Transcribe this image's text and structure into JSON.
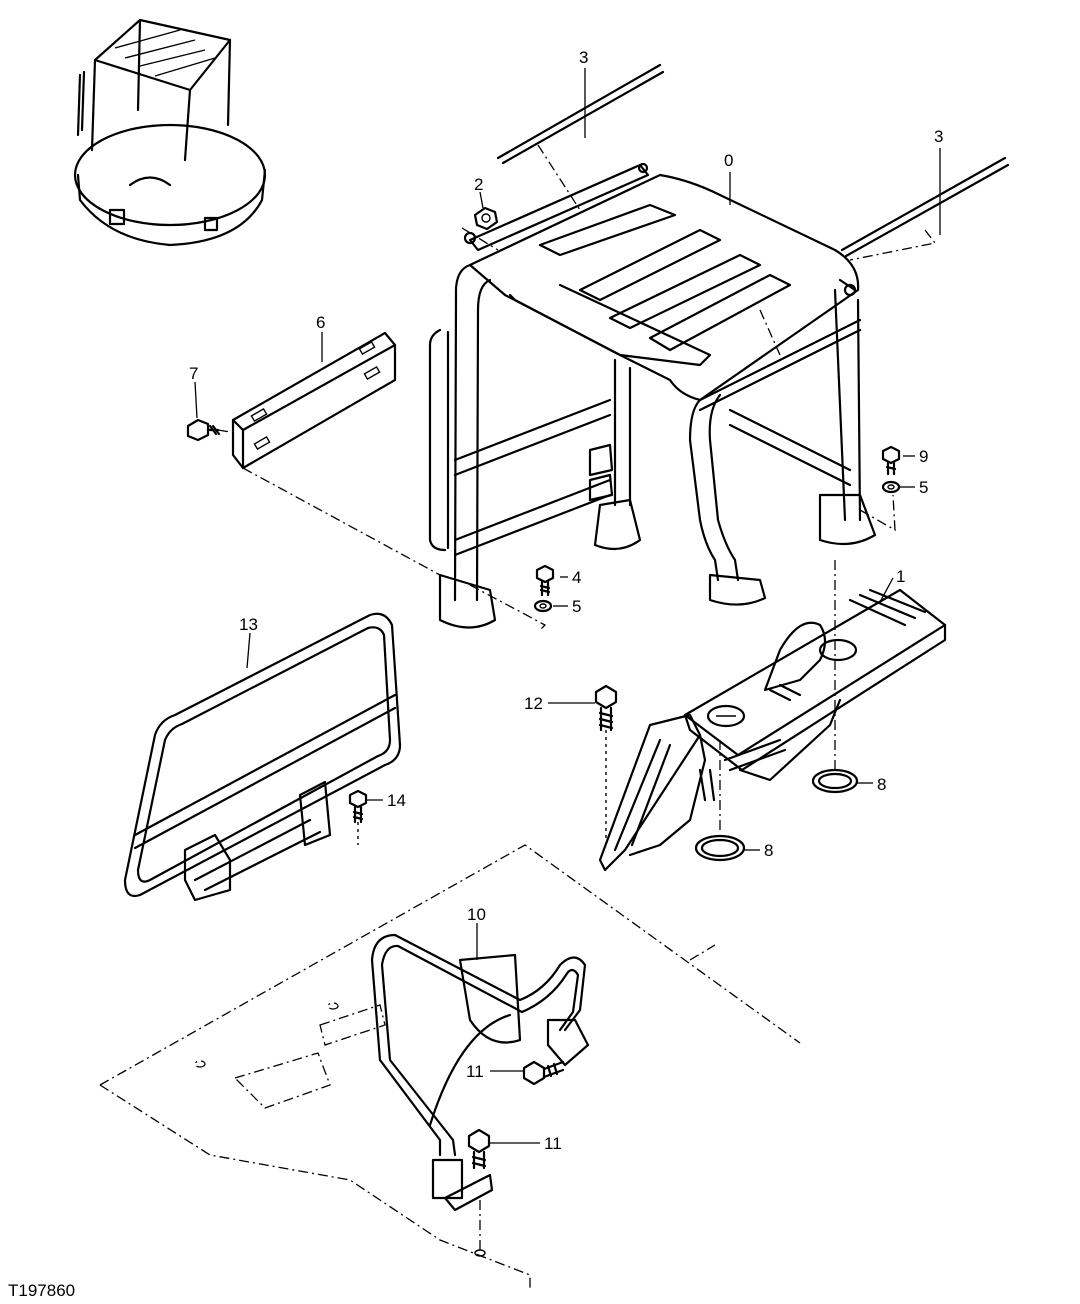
{
  "figure_id": "T197860",
  "callouts": [
    {
      "id": "c0",
      "label": "0"
    },
    {
      "id": "c1",
      "label": "1"
    },
    {
      "id": "c2",
      "label": "2"
    },
    {
      "id": "c3a",
      "label": "3"
    },
    {
      "id": "c3b",
      "label": "3"
    },
    {
      "id": "c4",
      "label": "4"
    },
    {
      "id": "c5a",
      "label": "5"
    },
    {
      "id": "c5b",
      "label": "5"
    },
    {
      "id": "c6",
      "label": "6"
    },
    {
      "id": "c7",
      "label": "7"
    },
    {
      "id": "c8a",
      "label": "8"
    },
    {
      "id": "c8b",
      "label": "8"
    },
    {
      "id": "c9",
      "label": "9"
    },
    {
      "id": "c10",
      "label": "10"
    },
    {
      "id": "c11a",
      "label": "11"
    },
    {
      "id": "c11b",
      "label": "11"
    },
    {
      "id": "c12",
      "label": "12"
    },
    {
      "id": "c13",
      "label": "13"
    },
    {
      "id": "c14",
      "label": "14"
    }
  ]
}
